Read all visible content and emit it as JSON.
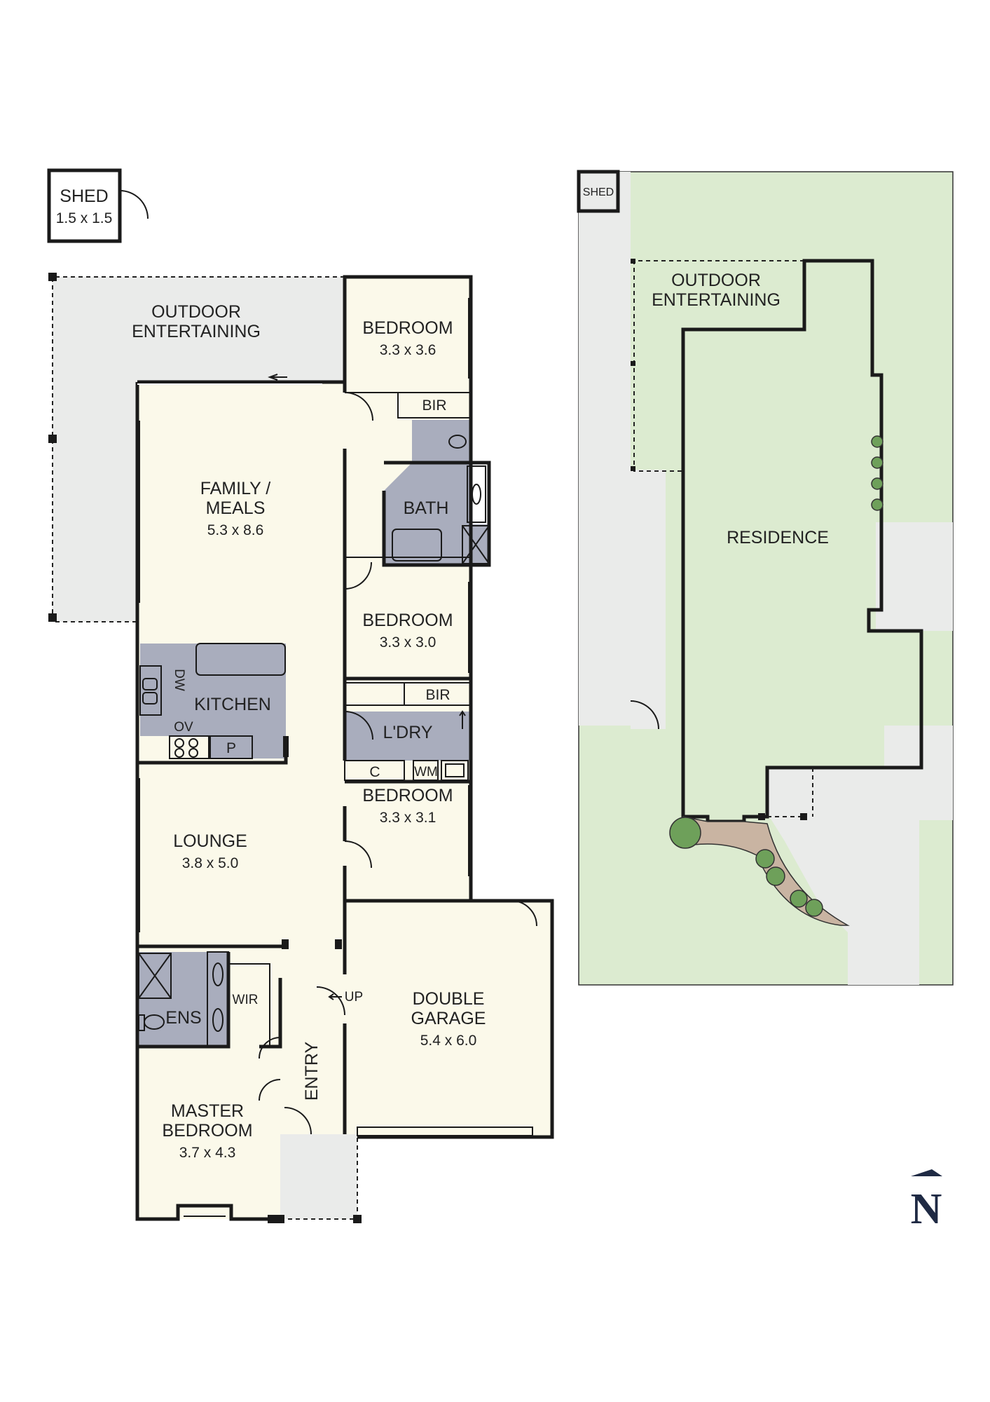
{
  "floor_plan": {
    "rooms": {
      "shed": {
        "name": "SHED",
        "dim": "1.5 x 1.5"
      },
      "outdoor": {
        "line1": "OUTDOOR",
        "line2": "ENTERTAINING"
      },
      "bedroom1": {
        "name": "BEDROOM",
        "dim": "3.3 x 3.6"
      },
      "bir1": {
        "name": "BIR"
      },
      "family": {
        "line1": "FAMILY /",
        "line2": "MEALS",
        "dim": "5.3 x 8.6"
      },
      "bath": {
        "name": "BATH"
      },
      "bedroom2": {
        "name": "BEDROOM",
        "dim": "3.3 x 3.0"
      },
      "bir2": {
        "name": "BIR"
      },
      "kitchen": {
        "name": "KITCHEN",
        "dw": "DW",
        "ov": "OV",
        "p": "P"
      },
      "laundry": {
        "name": "L'DRY",
        "c": "C",
        "wm": "WM"
      },
      "bedroom3": {
        "name": "BEDROOM",
        "dim": "3.3 x 3.1"
      },
      "lounge": {
        "name": "LOUNGE",
        "dim": "3.8 x 5.0"
      },
      "garage": {
        "line1": "DOUBLE",
        "line2": "GARAGE",
        "dim": "5.4 x 6.0"
      },
      "ens": {
        "name": "ENS"
      },
      "wir": {
        "name": "WIR"
      },
      "entry": {
        "name": "ENTRY",
        "up": "UP"
      },
      "master": {
        "line1": "MASTER",
        "line2": "BEDROOM",
        "dim": "3.7 x 4.3"
      }
    }
  },
  "site_plan": {
    "shed": "SHED",
    "outdoor": {
      "line1": "OUTDOOR",
      "line2": "ENTERTAINING"
    },
    "residence": "RESIDENCE"
  },
  "compass": {
    "label": "N"
  },
  "colors": {
    "floor": "#fbf9ea",
    "wet": "#a9adbd",
    "outdoor": "#eaebea",
    "lawn": "#dcebd0",
    "garden_bed": "#c9b4a2",
    "wall": "#1a1a1a"
  }
}
